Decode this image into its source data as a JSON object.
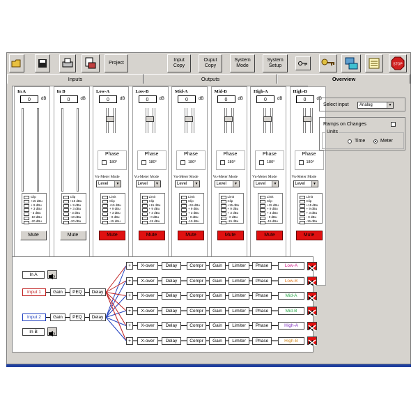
{
  "toolbar": {
    "project_label": "Project",
    "input_copy_label": "Input\nCopy",
    "output_copy_label": "Ouput\nCopy",
    "system_mode_label": "System\nMode",
    "system_setup_label": "System\nSetup"
  },
  "tabs": [
    "Inputs",
    "Outputs",
    "Overview"
  ],
  "active_tab": "Overview",
  "db_unit": "dB",
  "inputs": [
    {
      "name": "In A",
      "value": "0"
    },
    {
      "name": "In B",
      "value": "0"
    }
  ],
  "input_meter_labels": [
    "Clip",
    "+15 dBu",
    "+ 9 dBu",
    "+ 3 dBu",
    "- 3 dBu",
    "-10 dBu",
    "-20 dBu"
  ],
  "output_meter_labels": [
    "Limit",
    "Clip",
    "+15 dBu",
    "+ 9 dBu",
    "+ 3 dBu",
    "- 0 dBu",
    "-15 dBu"
  ],
  "outputs": [
    {
      "name": "Low-A",
      "value": "0"
    },
    {
      "name": "Low-B",
      "value": "0"
    },
    {
      "name": "Mid-A",
      "value": "0"
    },
    {
      "name": "Mid-B",
      "value": "0"
    },
    {
      "name": "High-A",
      "value": "0"
    },
    {
      "name": "High-B",
      "value": "0"
    }
  ],
  "phase_label": "Phase",
  "phase_deg_label": "180°",
  "vu_mode_label": "Vu-Meter Mode",
  "vu_mode_value": "Level",
  "mute_label": "Mute",
  "right_panel": {
    "select_input_label": "Select input",
    "select_input_value": "Analog",
    "ramps_label": "Ramps on Changes",
    "units_label": "Units",
    "time_label": "Time",
    "meter_label": "Meter",
    "units_selected": "Meter"
  },
  "routing": {
    "in_a": "In A",
    "in_b": "In B",
    "input1": "Input 1",
    "input2": "Input 2",
    "gain": "Gain",
    "peq": "PEQ",
    "delay": "Delay",
    "plus": "+",
    "xover": "X-over",
    "compr": "Compr",
    "limiter": "Limiter",
    "phase": "Phase",
    "channels": [
      {
        "name": "Low-A",
        "color": "#d0208a"
      },
      {
        "name": "Low-B",
        "color": "#e07a20"
      },
      {
        "name": "Mid-A",
        "color": "#2aa84a"
      },
      {
        "name": "Mid-B",
        "color": "#2aa84a"
      },
      {
        "name": "High-A",
        "color": "#8030c0"
      },
      {
        "name": "High-B",
        "color": "#d08a20"
      }
    ],
    "input1_color": "#c02020",
    "input2_color": "#2040c0"
  }
}
